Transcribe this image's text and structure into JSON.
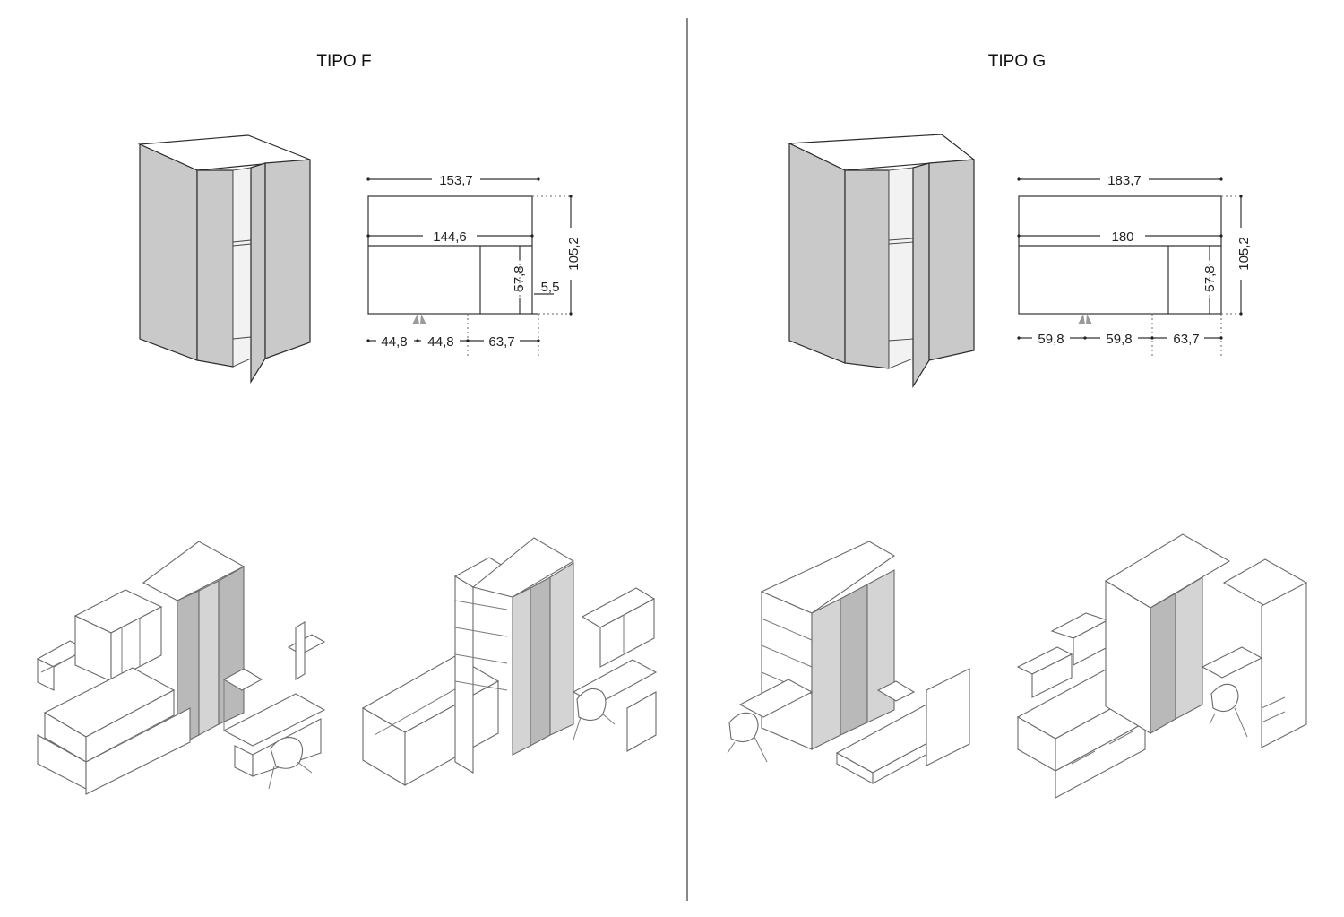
{
  "left": {
    "title": "TIPO F",
    "dims": {
      "width_total": "153,7",
      "width_inner": "144,6",
      "depth": "105,2",
      "depth_inner": "57,8",
      "offset": "5,5",
      "seg1": "44,8",
      "seg2": "44,8",
      "seg3": "63,7"
    }
  },
  "right": {
    "title": "TIPO G",
    "dims": {
      "width_total": "183,7",
      "width_inner": "180",
      "depth": "105,2",
      "depth_inner": "57,8",
      "seg1": "59,8",
      "seg2": "59,8",
      "seg3": "63,7"
    }
  },
  "colors": {
    "door_fill": "#c9c9c9",
    "line": "#2c2c2c",
    "sketch_line": "#6a6a6a",
    "divider": "#555555"
  }
}
